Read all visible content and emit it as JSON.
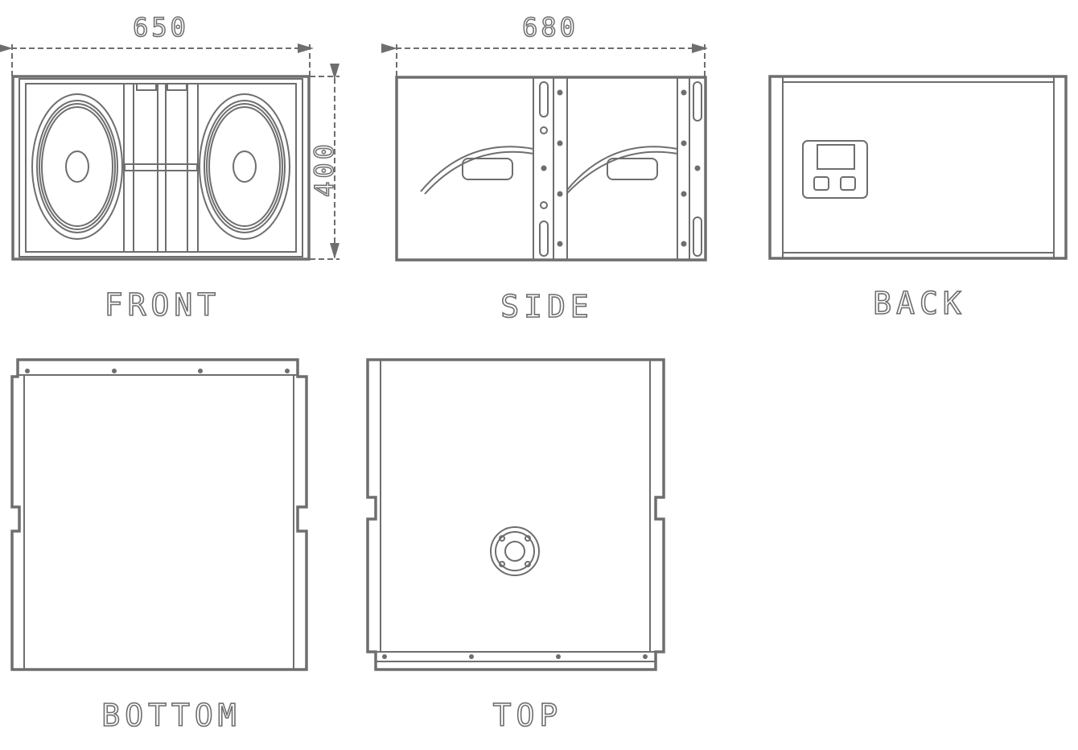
{
  "dimensions": {
    "width": "650",
    "depth": "680",
    "height": "400"
  },
  "views": {
    "front": "FRONT",
    "side": "SIDE",
    "back": "BACK",
    "bottom": "BOTTOM",
    "top": "TOP"
  },
  "colors": {
    "line": "#6e6e6e",
    "background": "#ffffff"
  }
}
